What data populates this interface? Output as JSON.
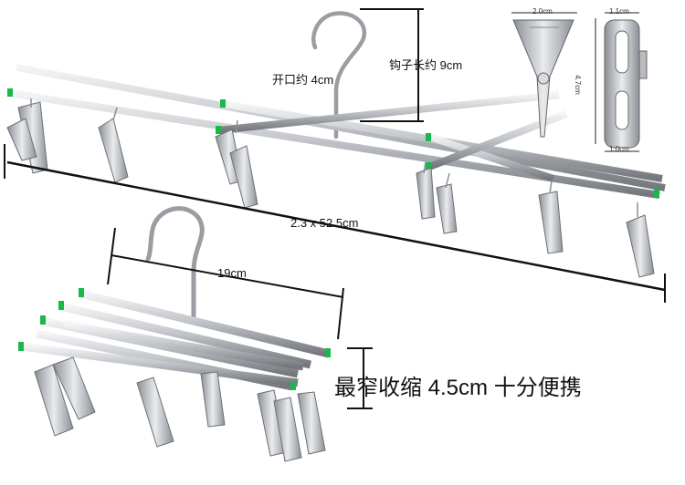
{
  "labels": {
    "hook_opening": "开口约 4cm",
    "hook_length": "钩子长约 9cm",
    "clip_width": "2.0cm",
    "clip_height": "4.7cm",
    "clip_top": "1.1cm",
    "clip_bottom": "1.0cm",
    "hanger_size": "2.3 x 52.5cm",
    "folded_width": "19cm",
    "caption": "最窄收缩 4.5cm 十分便携"
  },
  "colors": {
    "metal": "#b9bcc0",
    "metal_dark": "#7d8186",
    "metal_light": "#eef0f2",
    "cap_green": "#19b84a",
    "ink": "#111111"
  }
}
